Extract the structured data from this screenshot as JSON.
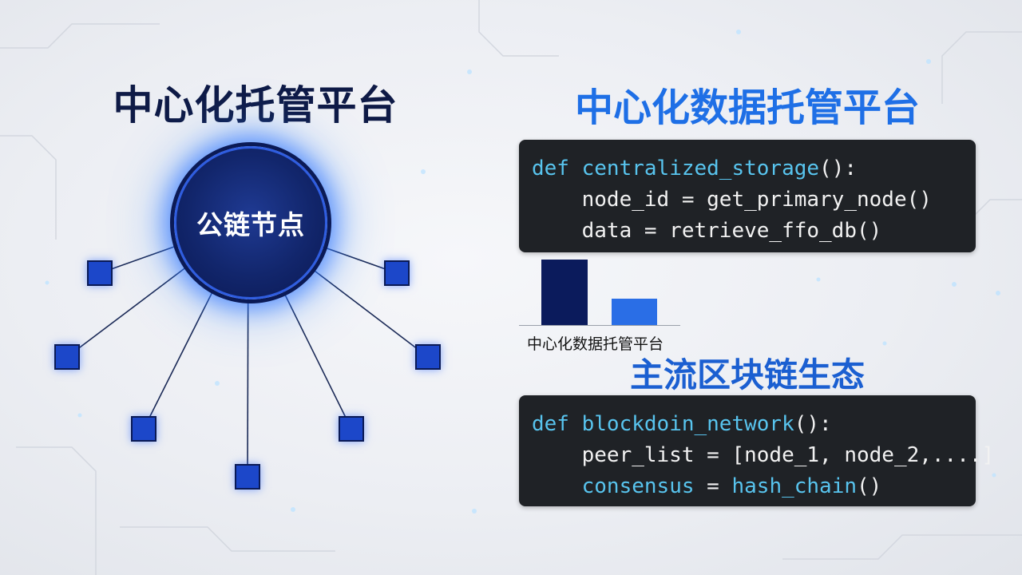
{
  "left_title": "中心化托管平台",
  "hub_label": "公链节点",
  "right_title_top": "中心化数据托管平台",
  "right_title_bottom": "主流区块链生态",
  "bar_caption": "中心化数据托管平台",
  "code1": {
    "l1_kw": "def",
    "l1_fn": "centralized_storage",
    "l1_rest": "():",
    "l2": "    node_id = get_primary_node()",
    "l3": "    data = retrieve_ffo_db()"
  },
  "code2": {
    "l1_kw": "def",
    "l1_fn": "blockdoin_network",
    "l1_rest": "():",
    "l2": "    peer_list = [node_1, node_2,....]",
    "l3_indent": "    ",
    "l3_var": "consensus",
    "l3_eq": " = ",
    "l3_fn": "hash_chain",
    "l3_rest": "()"
  },
  "colors": {
    "navy": "#0e1a46",
    "accent_blue": "#1e6fe6",
    "node_blue": "#1c47c9",
    "code_bg": "#1f2226",
    "code_keyword": "#58c4ee"
  }
}
